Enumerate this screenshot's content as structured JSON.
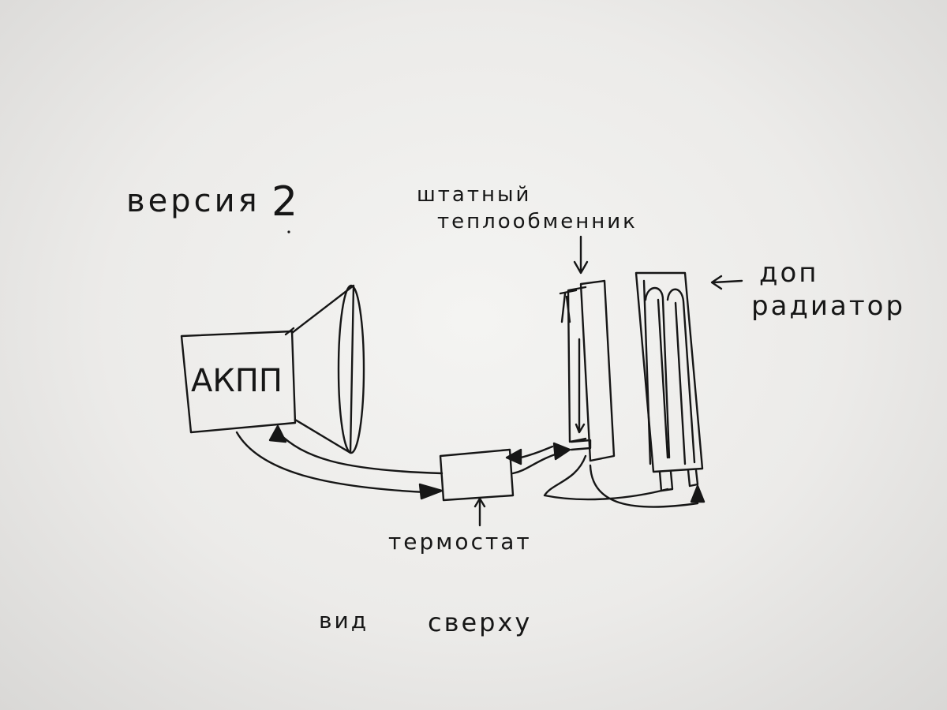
{
  "title": {
    "text": "версия",
    "number": "2"
  },
  "labels": {
    "transmission": "АКПП",
    "thermostat": "термостат",
    "stock_exchanger_line1": "штатный",
    "stock_exchanger_line2": "теплообменник",
    "extra_radiator_line1": "доп",
    "extra_radiator_line2": "радиатор",
    "view_line1": "вид",
    "view_line2": "сверху"
  },
  "colors": {
    "ink": "#161616",
    "paper": "#efeeec"
  }
}
